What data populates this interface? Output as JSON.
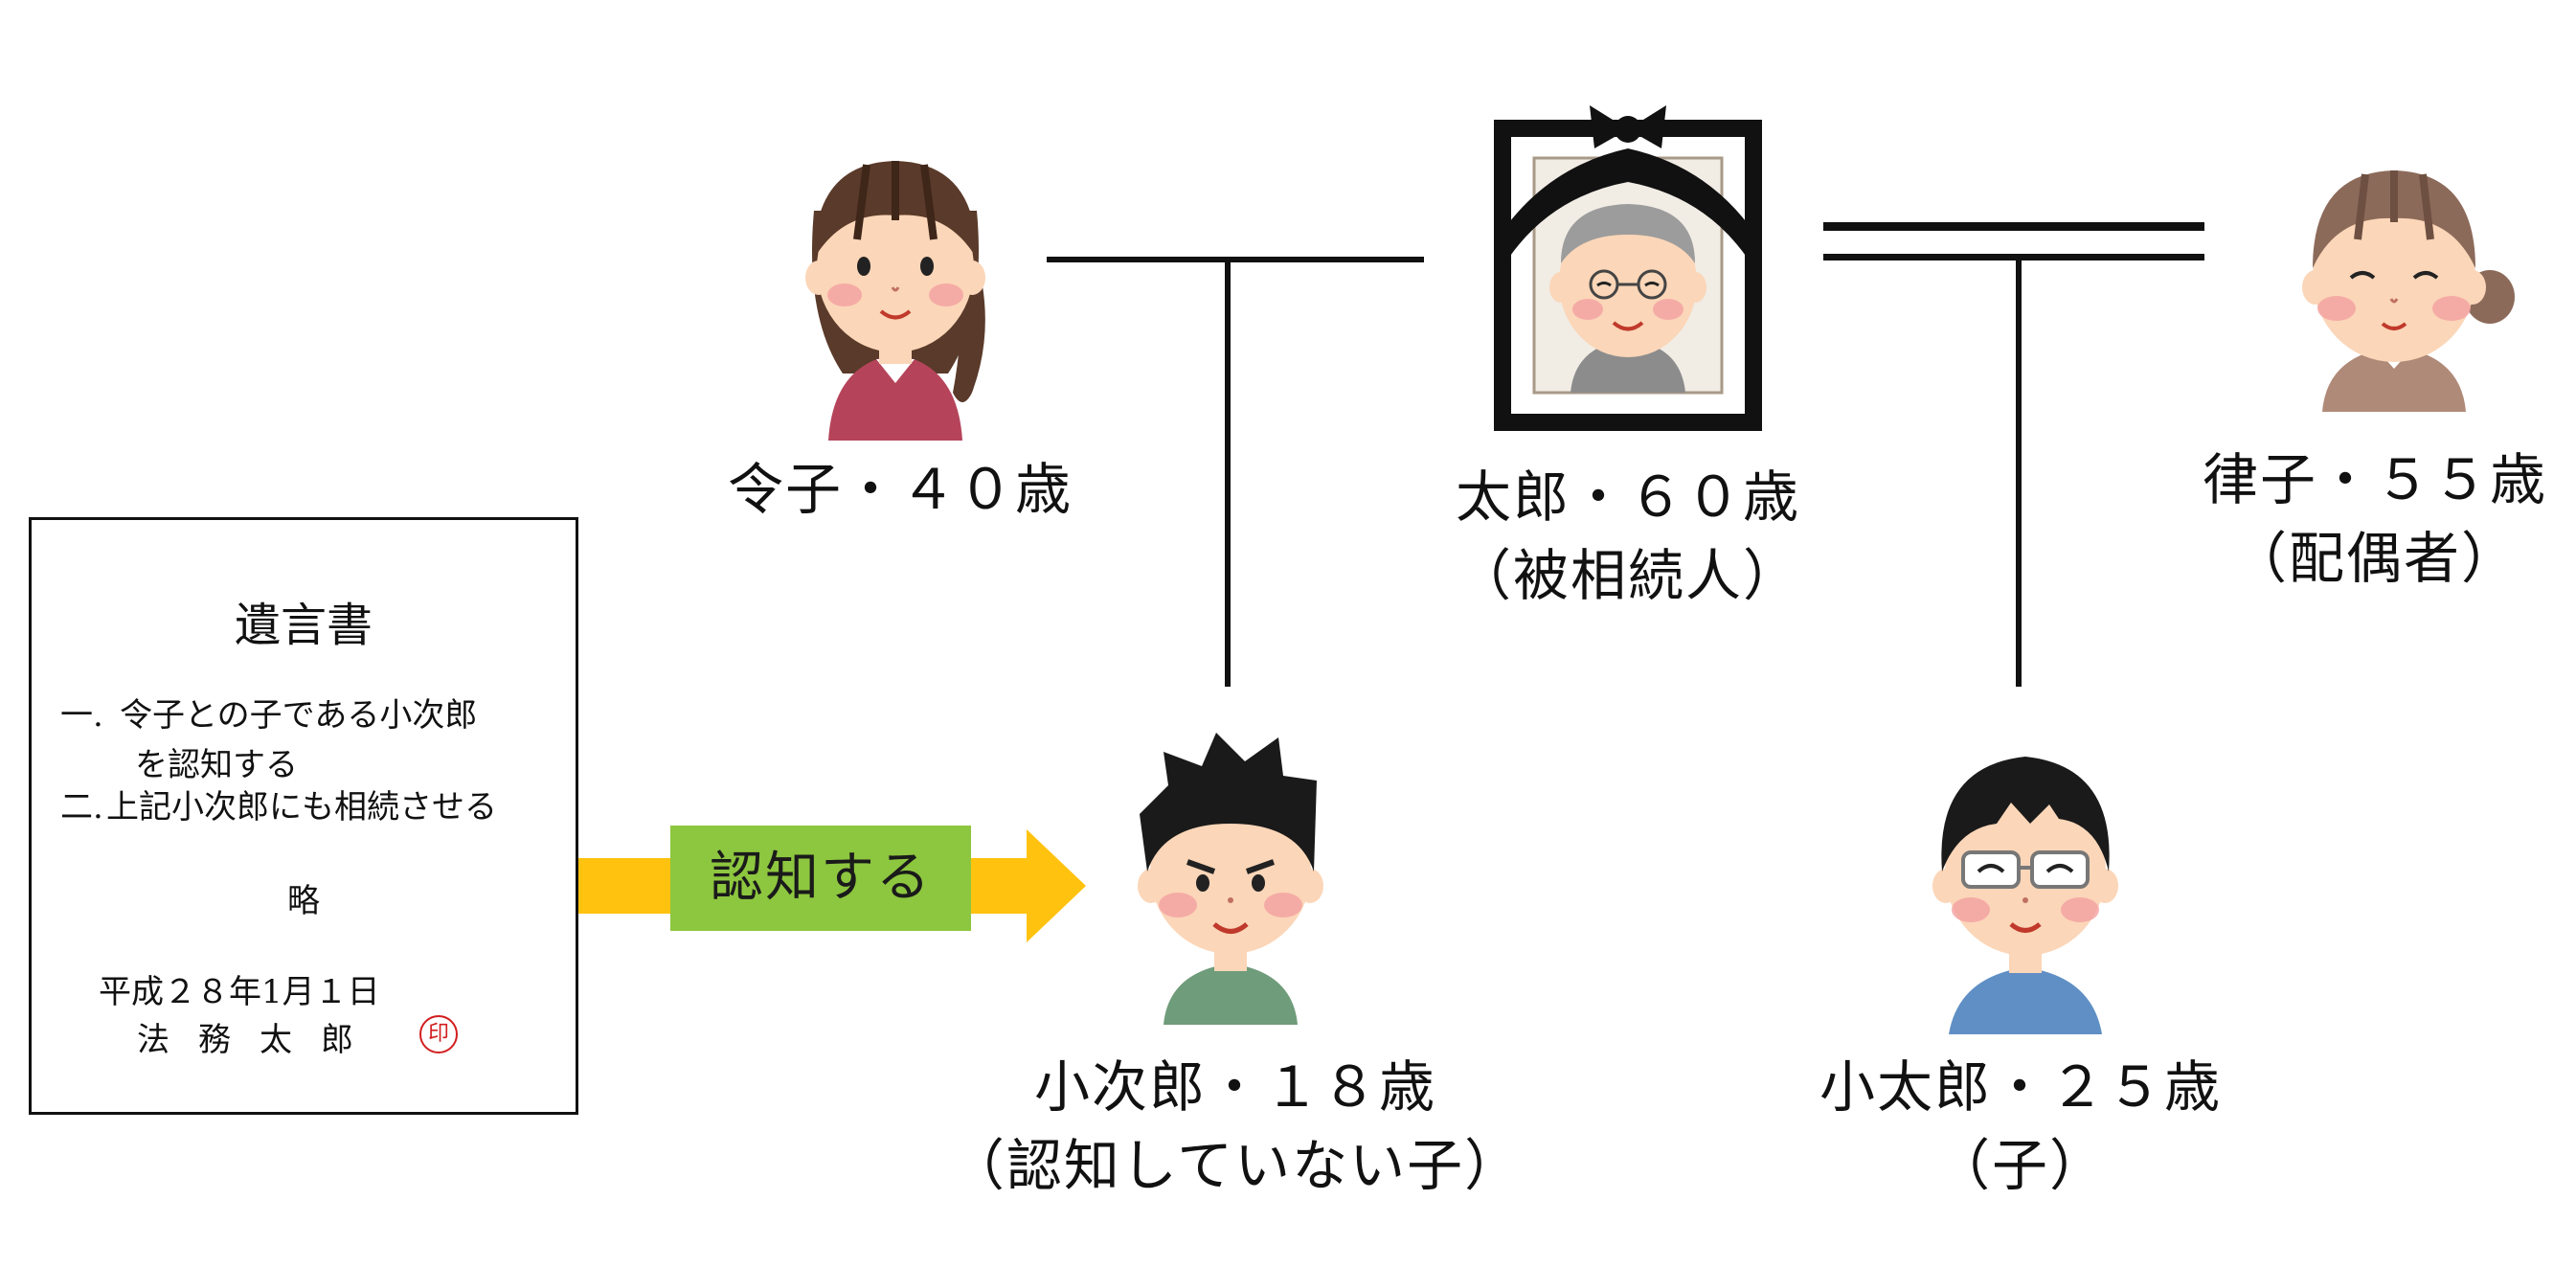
{
  "people": {
    "reiko": {
      "name_age": "令子・４０歳"
    },
    "taro": {
      "name_age": "太郎・６０歳",
      "role": "（被相続人）"
    },
    "ritsuko": {
      "name_age": "律子・５５歳",
      "role": "（配偶者）"
    },
    "kojiro": {
      "name_age": "小次郎・１８歳",
      "role": "（認知していない子）"
    },
    "kotaro": {
      "name_age": "小太郎・２５歳",
      "role": "（子）"
    }
  },
  "will": {
    "title": "遺言書",
    "clause1_num": "一.",
    "clause1_line1": "令子との子である小次郎",
    "clause1_line2": "を認知する",
    "clause2_num": "二.",
    "clause2_text": "上記小次郎にも相続させる",
    "ryaku": "略",
    "date": "平成２８年1月１日",
    "signer": "法務太郎",
    "seal": "印"
  },
  "arrow": {
    "label": "認知する"
  },
  "colors": {
    "arrow": "#ffc20e",
    "arrow_label_bg": "#8dc63f",
    "seal": "#d21e1e"
  }
}
